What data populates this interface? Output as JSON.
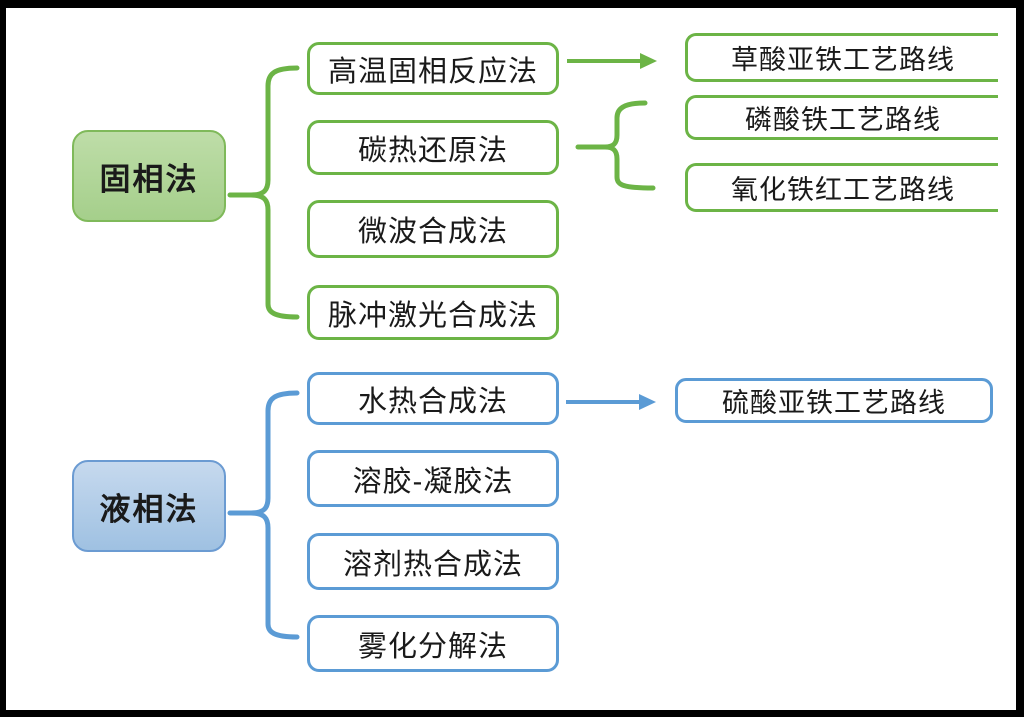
{
  "diagram": {
    "solid_phase": {
      "root": "固相法",
      "methods": [
        "高温固相反应法",
        "碳热还原法",
        "微波合成法",
        "脉冲激光合成法"
      ],
      "routes": [
        "草酸亚铁工艺路线",
        "磷酸铁工艺路线",
        "氧化铁红工艺路线"
      ],
      "accent_color": "#6cb446",
      "root_fill": "#a9d08e"
    },
    "liquid_phase": {
      "root": "液相法",
      "methods": [
        "水热合成法",
        "溶胶-凝胶法",
        "溶剂热合成法",
        "雾化分解法"
      ],
      "routes": [
        "硫酸亚铁工艺路线"
      ],
      "accent_color": "#5b9bd5",
      "root_fill": "#bdd7ee"
    }
  }
}
